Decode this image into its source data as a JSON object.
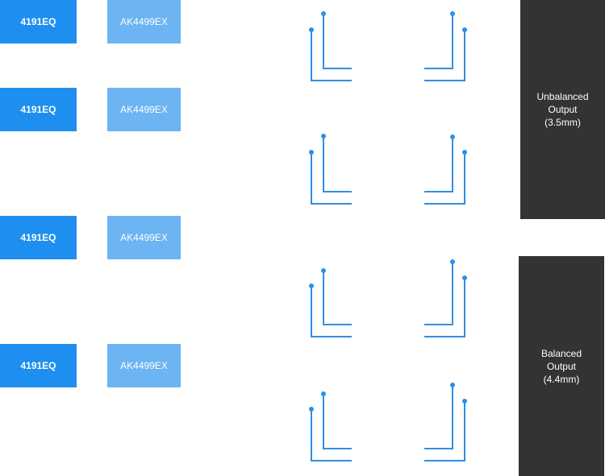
{
  "colors": {
    "eq_block": "#1e8ef0",
    "dac_block": "#6cb4f2",
    "wire": "#2f8fe6",
    "output_block": "#333333",
    "output_text": "#ffffff"
  },
  "channels": [
    {
      "eq_label": "4191EQ",
      "dac_label": "AK4499EX"
    },
    {
      "eq_label": "4191EQ",
      "dac_label": "AK4499EX"
    },
    {
      "eq_label": "4191EQ",
      "dac_label": "AK4499EX"
    },
    {
      "eq_label": "4191EQ",
      "dac_label": "AK4499EX"
    }
  ],
  "outputs": {
    "unbalanced": "Unbalanced\nOutput\n(3.5mm)",
    "balanced": "Balanced\nOutput\n(4.4mm)"
  }
}
